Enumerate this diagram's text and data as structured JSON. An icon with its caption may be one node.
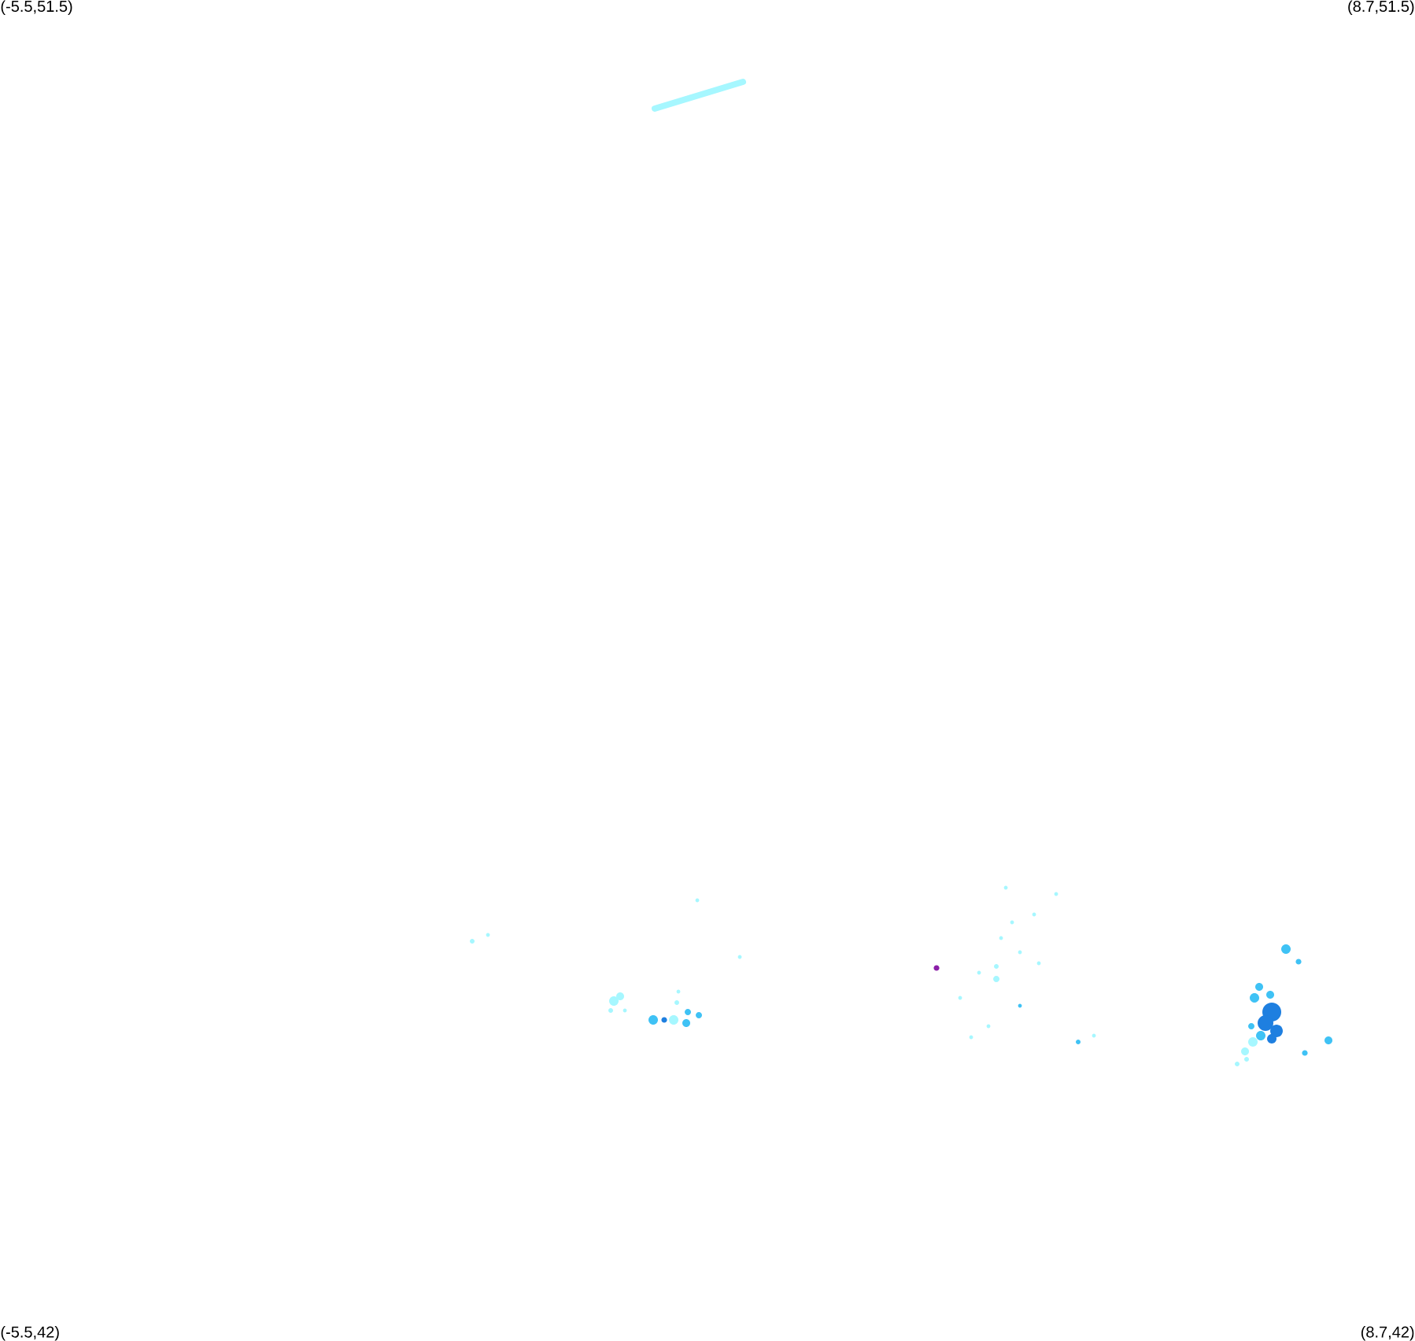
{
  "diagram": {
    "labels": [
      "(-5.5,51.5)",
      "(8.7,51.5)",
      "(-5.5,42)",
      "(8.7,42)"
    ]
  }
}
